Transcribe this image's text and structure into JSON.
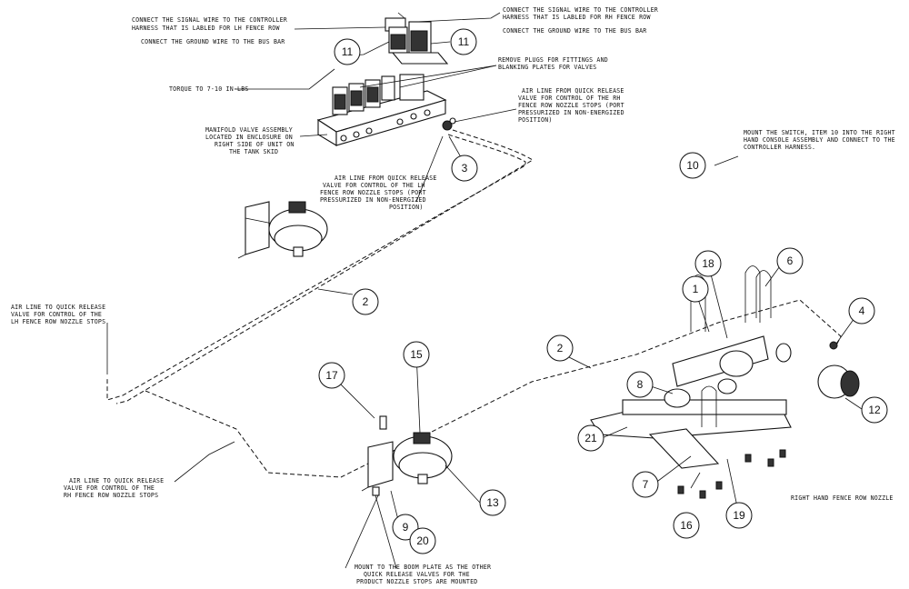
{
  "notes": {
    "lh_signal_1": "CONNECT THE SIGNAL WIRE TO THE CONTROLLER",
    "lh_signal_2": "HARNESS THAT IS LABLED FOR LH FENCE ROW",
    "lh_ground": "CONNECT THE GROUND WIRE TO THE BUS BAR",
    "rh_signal_1": "CONNECT THE SIGNAL WIRE TO THE CONTROLLER",
    "rh_signal_2": "HARNESS THAT IS LABLED FOR RH FENCE ROW",
    "rh_ground": "CONNECT THE GROUND WIRE TO THE BUS BAR",
    "plugs_1": "REMOVE PLUGS FOR FITTINGS AND",
    "plugs_2": "BLANKING PLATES FOR VALVES",
    "torque": "TORQUE TO 7-10 IN-LBS",
    "manifold_1": "MANIFOLD VALVE ASSEMBLY",
    "manifold_2": "LOCATED IN ENCLOSURE ON",
    "manifold_3": "RIGHT SIDE OF UNIT ON",
    "manifold_4": "THE TANK SKID",
    "rh_air_1": "AIR LINE FROM QUICK RELEASE",
    "rh_air_2": "VALVE FOR CONTROL OF THE RH",
    "rh_air_3": "FENCE ROW NOZZLE STOPS (PORT",
    "rh_air_4": "PRESSURIZED IN NON-ENERGIZED",
    "rh_air_5": "POSITION)",
    "lh_air_1": "AIR LINE FROM QUICK RELEASE",
    "lh_air_2": "VALVE FOR CONTROL OF THE LH",
    "lh_air_3": "FENCE ROW NOZZLE STOPS (PORT",
    "lh_air_4": "PRESSURIZED IN NON-ENERGIZED",
    "lh_air_5": "POSITION)",
    "switch_1": "MOUNT THE SWITCH, ITEM 10 INTO THE RIGHT",
    "switch_2": "HAND CONSOLE ASSEMBLY AND CONNECT TO THE",
    "switch_3": "CONTROLLER HARNESS.",
    "lh_qr_1": "AIR LINE TO QUICK RELEASE",
    "lh_qr_2": "VALVE FOR CONTROL OF THE",
    "lh_qr_3": "LH FENCE ROW NOZZLE STOPS",
    "rh_qr_1": "AIR LINE TO QUICK RELEASE",
    "rh_qr_2": "VALVE FOR CONTROL OF THE",
    "rh_qr_3": "RH FENCE ROW NOZZLE STOPS",
    "boom_1": "MOUNT TO THE BOOM PLATE AS THE OTHER",
    "boom_2": "QUICK RELEASE VALVES FOR THE",
    "boom_3": "PRODUCT NOZZLE STOPS ARE MOUNTED",
    "rh_nozzle": "RIGHT HAND FENCE ROW NOZZLE"
  },
  "callouts": {
    "c11a": "11",
    "c11b": "11",
    "c3": "3",
    "c10": "10",
    "c2a": "2",
    "c2b": "2",
    "c18": "18",
    "c6": "6",
    "c1": "1",
    "c4": "4",
    "c8": "8",
    "c12": "12",
    "c15": "15",
    "c17": "17",
    "c21": "21",
    "c7": "7",
    "c13": "13",
    "c9": "9",
    "c20": "20",
    "c19": "19",
    "c16": "16"
  }
}
